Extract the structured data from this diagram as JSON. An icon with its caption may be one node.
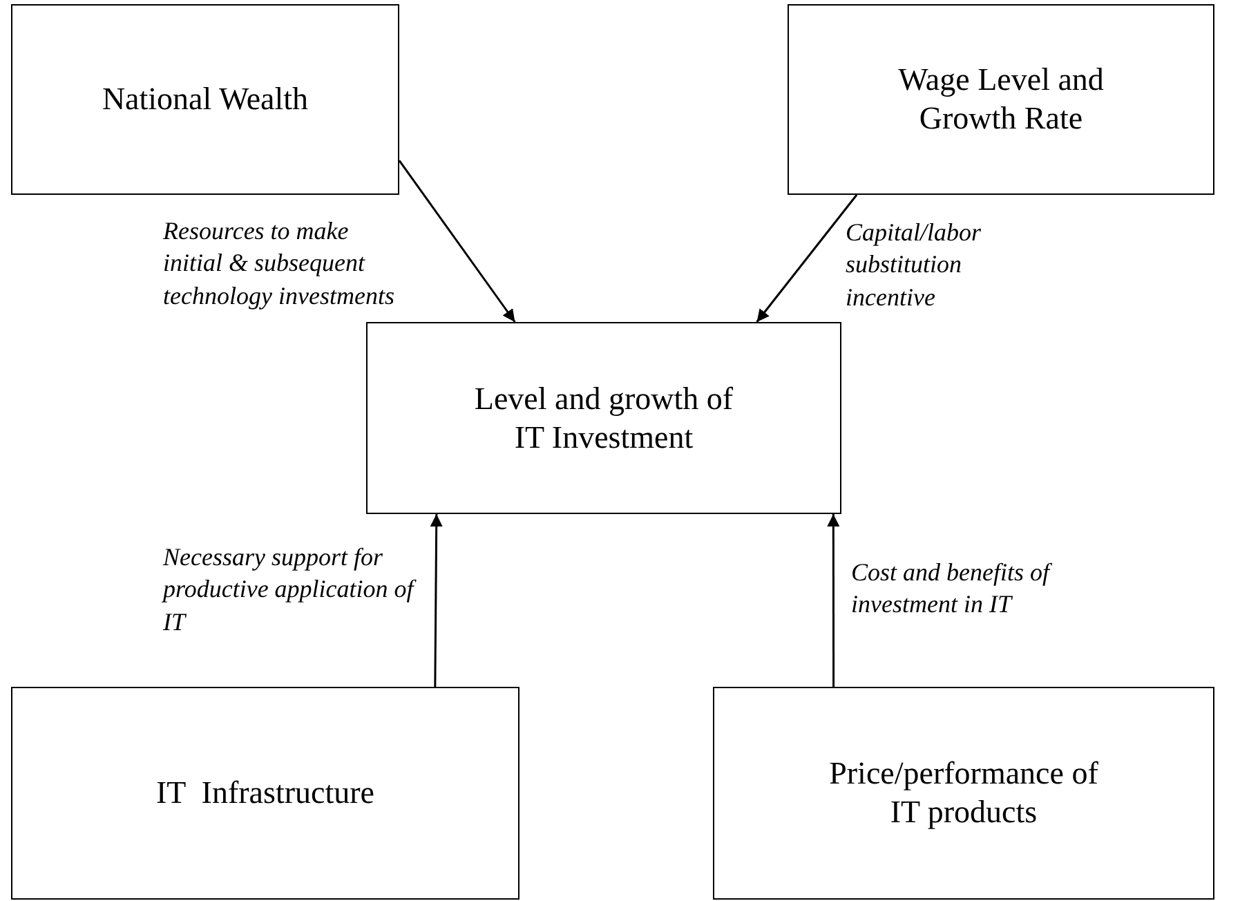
{
  "diagram": {
    "nodes": [
      {
        "text": [
          "National Wealth"
        ]
      },
      {
        "text": [
          "Wage Level and Growth Rate"
        ]
      },
      {
        "text": [
          "Level and growth of IT Investment"
        ]
      },
      {
        "text": [
          "IT  Infrastructure"
        ]
      },
      {
        "text": [
          "Price/performance of IT products"
        ]
      }
    ],
    "edges": [
      {
        "from": 0,
        "to": 2,
        "arrow": "to",
        "label": "Resources to make initial & subsequent technology investments"
      },
      {
        "from": 1,
        "to": 2,
        "arrow": "to",
        "label": "Capital/labor substitution incentive"
      },
      {
        "from": 3,
        "to": 2,
        "arrow": "to",
        "label": "Necessary support for productive application of IT"
      },
      {
        "from": 4,
        "to": 2,
        "arrow": "to",
        "label": "Cost and benefits of investment in IT"
      }
    ]
  }
}
